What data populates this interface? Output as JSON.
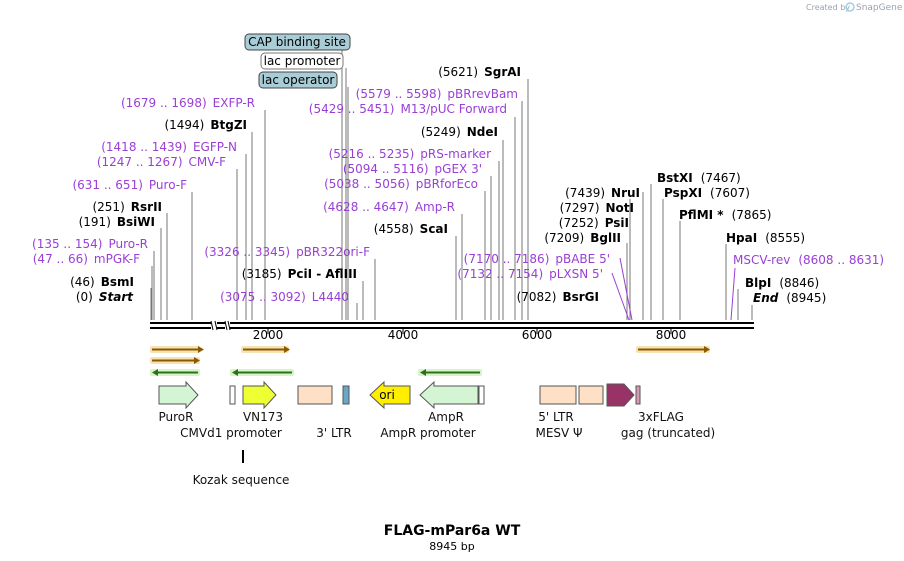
{
  "header": {
    "created_by": "Created by",
    "brand": "SnapGene"
  },
  "title": "FLAG-mPar6a WT",
  "subtitle": "8945 bp",
  "axis": {
    "ticks": [
      "2000",
      "4000",
      "6000",
      "8000"
    ]
  },
  "boxed_features": [
    "CAP binding site",
    "lac promoter",
    "lac operator"
  ],
  "sites_left": [
    {
      "pos": "(1679 .. 1698)",
      "name": "EXFP-R",
      "kind": "primer"
    },
    {
      "pos": "(1494)",
      "name": "BtgZI",
      "kind": "enzyme"
    },
    {
      "pos": "(1418 .. 1439)",
      "name": "EGFP-N",
      "kind": "primer"
    },
    {
      "pos": "(1247 .. 1267)",
      "name": "CMV-F",
      "kind": "primer"
    },
    {
      "pos": "(631 .. 651)",
      "name": "Puro-F",
      "kind": "primer"
    },
    {
      "pos": "(251)",
      "name": "RsrII",
      "kind": "enzyme"
    },
    {
      "pos": "(191)",
      "name": "BsiWI",
      "kind": "enzyme"
    },
    {
      "pos": "(135 .. 154)",
      "name": "Puro-R",
      "kind": "primer"
    },
    {
      "pos": "(47 .. 66)",
      "name": "mPGK-F",
      "kind": "primer"
    },
    {
      "pos": "(46)",
      "name": "BsmI",
      "kind": "enzyme"
    },
    {
      "pos": "(0)",
      "name": "Start",
      "kind": "end"
    }
  ],
  "sites_mid": [
    {
      "pos": "(5621)",
      "name": "SgrAI",
      "kind": "enzyme"
    },
    {
      "pos": "(5579 .. 5598)",
      "name": "pBRrevBam",
      "kind": "primer"
    },
    {
      "pos": "(5429 .. 5451)",
      "name": "M13/pUC Forward",
      "kind": "primer"
    },
    {
      "pos": "(5249)",
      "name": "NdeI",
      "kind": "enzyme"
    },
    {
      "pos": "(5216 .. 5235)",
      "name": "pRS-marker",
      "kind": "primer"
    },
    {
      "pos": "(5094 .. 5116)",
      "name": "pGEX 3'",
      "kind": "primer"
    },
    {
      "pos": "(5038 .. 5056)",
      "name": "pBRforEco",
      "kind": "primer"
    },
    {
      "pos": "(4628 .. 4647)",
      "name": "Amp-R",
      "kind": "primer"
    },
    {
      "pos": "(4558)",
      "name": "ScaI",
      "kind": "enzyme"
    },
    {
      "pos": "(3326 .. 3345)",
      "name": "pBR322ori-F",
      "kind": "primer"
    },
    {
      "pos": "(3185)",
      "name": "PciI - AflIII",
      "kind": "enzyme"
    },
    {
      "pos": "(3075 .. 3092)",
      "name": "L4440",
      "kind": "primer"
    },
    {
      "pos": "(7170 .. 7186)",
      "name": "pBABE 5'",
      "kind": "primer"
    },
    {
      "pos": "(7132 .. 7154)",
      "name": "pLXSN 5'",
      "kind": "primer"
    },
    {
      "pos": "(7082)",
      "name": "BsrGI",
      "kind": "enzyme"
    }
  ],
  "sites_right": [
    {
      "pos": "(7467)",
      "name": "BstXI",
      "kind": "enzyme"
    },
    {
      "pos": "(7439)",
      "name": "NruI",
      "kind": "enzyme"
    },
    {
      "pos": "(7607)",
      "name": "PspXI",
      "kind": "enzyme"
    },
    {
      "pos": "(7297)",
      "name": "NotI",
      "kind": "enzyme"
    },
    {
      "pos": "(7865)",
      "name": "PflMI *",
      "kind": "enzyme"
    },
    {
      "pos": "(7252)",
      "name": "PsiI",
      "kind": "enzyme"
    },
    {
      "pos": "(7209)",
      "name": "BglII",
      "kind": "enzyme"
    },
    {
      "pos": "(8555)",
      "name": "HpaI",
      "kind": "enzyme"
    },
    {
      "pos": "(8608 .. 8631)",
      "name": "MSCV-rev",
      "kind": "primer"
    },
    {
      "pos": "(8846)",
      "name": "BlpI",
      "kind": "enzyme"
    },
    {
      "pos": "(8945)",
      "name": "End",
      "kind": "end"
    }
  ],
  "feature_labels": [
    "PuroR",
    "VN173",
    "CMVd1 promoter",
    "3' LTR",
    "ori",
    "AmpR",
    "AmpR promoter",
    "5' LTR",
    "MESV Ψ",
    "3xFLAG",
    "gag (truncated)",
    "Kozak sequence"
  ],
  "colors": {
    "primer": "#9a3fd6",
    "orf_green": "#d4f5d4",
    "orf_yellow": "#eeff33",
    "ltr": "#fde0c5",
    "ori": "#ffee00",
    "flag": "#993366",
    "boxed": "#a9cdd6"
  }
}
